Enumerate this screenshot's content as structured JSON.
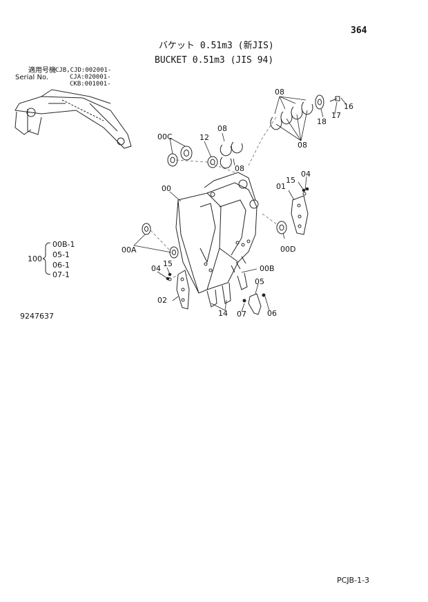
{
  "page_number": "364",
  "title_jp": "バケット 0.51m3 (新JIS)",
  "title_en": "BUCKET 0.51m3 (JIS 94)",
  "serial": {
    "label_jp": "適用号機",
    "label_en": "Serial No.",
    "lines": [
      "CJB,CJD:002001-",
      "CJA:020001-",
      "CKB:001001-"
    ]
  },
  "parts": {
    "p00": "00",
    "p00A": "00A",
    "p00B": "00B",
    "p00C": "00C",
    "p00D": "00D",
    "p01": "01",
    "p02": "02",
    "p04a": "04",
    "p04b": "04",
    "p05": "05",
    "p06": "06",
    "p07": "07",
    "p08a": "08",
    "p08b": "08",
    "p08c": "08",
    "p08d": "08",
    "p12": "12",
    "p14": "14",
    "p15a": "15",
    "p15b": "15",
    "p16": "16",
    "p17": "17",
    "p18": "18"
  },
  "kit": {
    "number": "100",
    "items": [
      "00B-1",
      "05-1",
      "06-1",
      "07-1"
    ]
  },
  "drawing_code": "9247637",
  "footer_code": "PCJB-1-3"
}
